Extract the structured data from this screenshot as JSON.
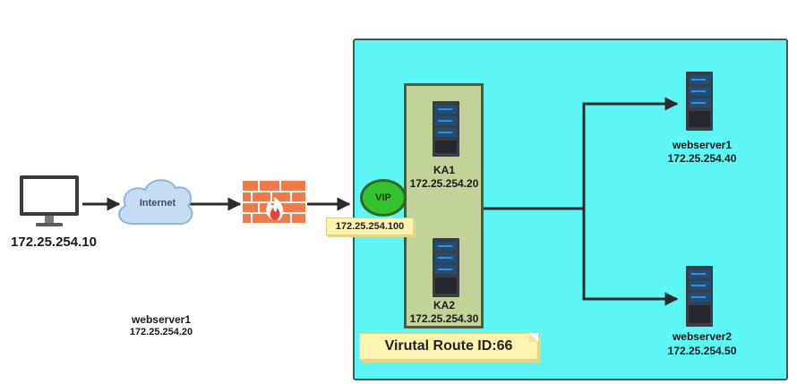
{
  "nodes": {
    "client": {
      "ip": "172.25.254.10",
      "icon": "monitor-icon"
    },
    "internet": {
      "label": "Internet",
      "icon": "cloud-icon"
    },
    "firewall": {
      "icon": "firewall-icon"
    },
    "vip": {
      "label": "VIP",
      "address": "172.25.254.100"
    },
    "ka1": {
      "name": "KA1",
      "ip": "172.25.254.20",
      "icon": "server-icon"
    },
    "ka2": {
      "name": "KA2",
      "ip": "172.25.254.30",
      "icon": "server-icon"
    },
    "webserver1": {
      "name": "webserver1",
      "ip": "172.25.254.40",
      "icon": "server-icon"
    },
    "webserver2": {
      "name": "webserver2",
      "ip": "172.25.254.50",
      "icon": "server-icon"
    },
    "stray": {
      "name": "webserver1",
      "ip": "172.25.254.20"
    }
  },
  "route_note": "Virutal Route ID:66",
  "colors": {
    "cluster_bg": "#5ef5f5",
    "ka_group_bg": "#c2d39a",
    "vip_green": "#35c22f",
    "note_yellow": "#fff3b0",
    "firewall_brick": "#ef7a4a",
    "cloud": "#c4dcf4"
  }
}
